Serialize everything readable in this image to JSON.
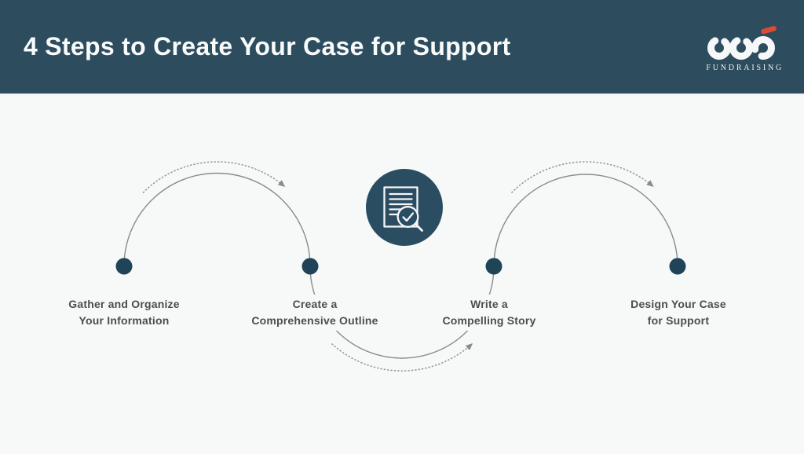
{
  "header": {
    "title": "4 Steps to Create Your Case for Support",
    "logo": {
      "brand": "ccs",
      "subtext": "FUNDRAISING"
    }
  },
  "diagram": {
    "center_icon": "document-check-magnifier-icon",
    "steps": [
      {
        "lines": [
          "Gather and Organize",
          "Your Information"
        ]
      },
      {
        "lines": [
          "Create a",
          "Comprehensive Outline"
        ]
      },
      {
        "lines": [
          "Write a",
          "Compelling Story"
        ]
      },
      {
        "lines": [
          "Design Your Case",
          "for Support"
        ]
      }
    ]
  },
  "colors": {
    "header_bg": "#2d4d5f",
    "accent_red": "#dc4a35",
    "node": "#1f4457",
    "center_circle": "#2b4d62",
    "line": "#8b8b8b",
    "page_bg": "#f7f8f8",
    "title_text": "#fafcfc",
    "label_text": "#4d4d4d"
  }
}
